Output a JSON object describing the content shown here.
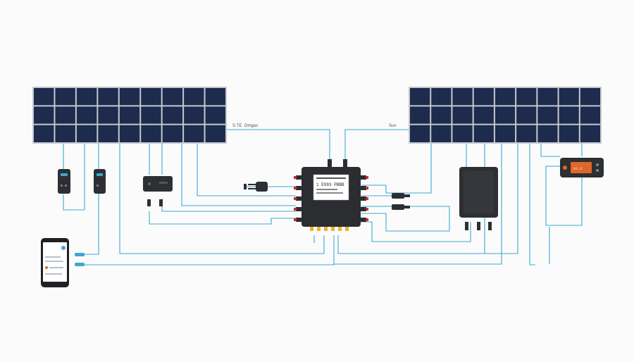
{
  "labels": {
    "left_wire": "S.TE. Omgas",
    "right_wire": "Sun",
    "hub_label": "1 E993 PBBB",
    "controller_display": "88.8"
  },
  "colors": {
    "background": "#fbfbfc",
    "panel_frame": "#c5c9cf",
    "panel_cell": "#1d2b4d",
    "wire": "#3ba8cf",
    "device": "#2d2f33",
    "hub_body": "#2b2d31",
    "hub_connector": "#c62e2e",
    "hub_led": "#e5b430",
    "display_orange": "#e0672c",
    "phone_accent": "#4aa0d6"
  },
  "components": [
    {
      "id": "solar-panel-left",
      "icon": "solar-panel-icon"
    },
    {
      "id": "solar-panel-right",
      "icon": "solar-panel-icon"
    },
    {
      "id": "central-hub",
      "icon": "junction-box-icon"
    },
    {
      "id": "inverter",
      "icon": "inverter-icon"
    },
    {
      "id": "charge-controller",
      "icon": "charge-controller-icon"
    },
    {
      "id": "monitor-phone",
      "icon": "smartphone-icon"
    },
    {
      "id": "sensor-1",
      "icon": "sensor-icon"
    },
    {
      "id": "sensor-2",
      "icon": "sensor-icon"
    },
    {
      "id": "relay-box",
      "icon": "relay-box-icon"
    },
    {
      "id": "plug",
      "icon": "plug-icon"
    }
  ]
}
